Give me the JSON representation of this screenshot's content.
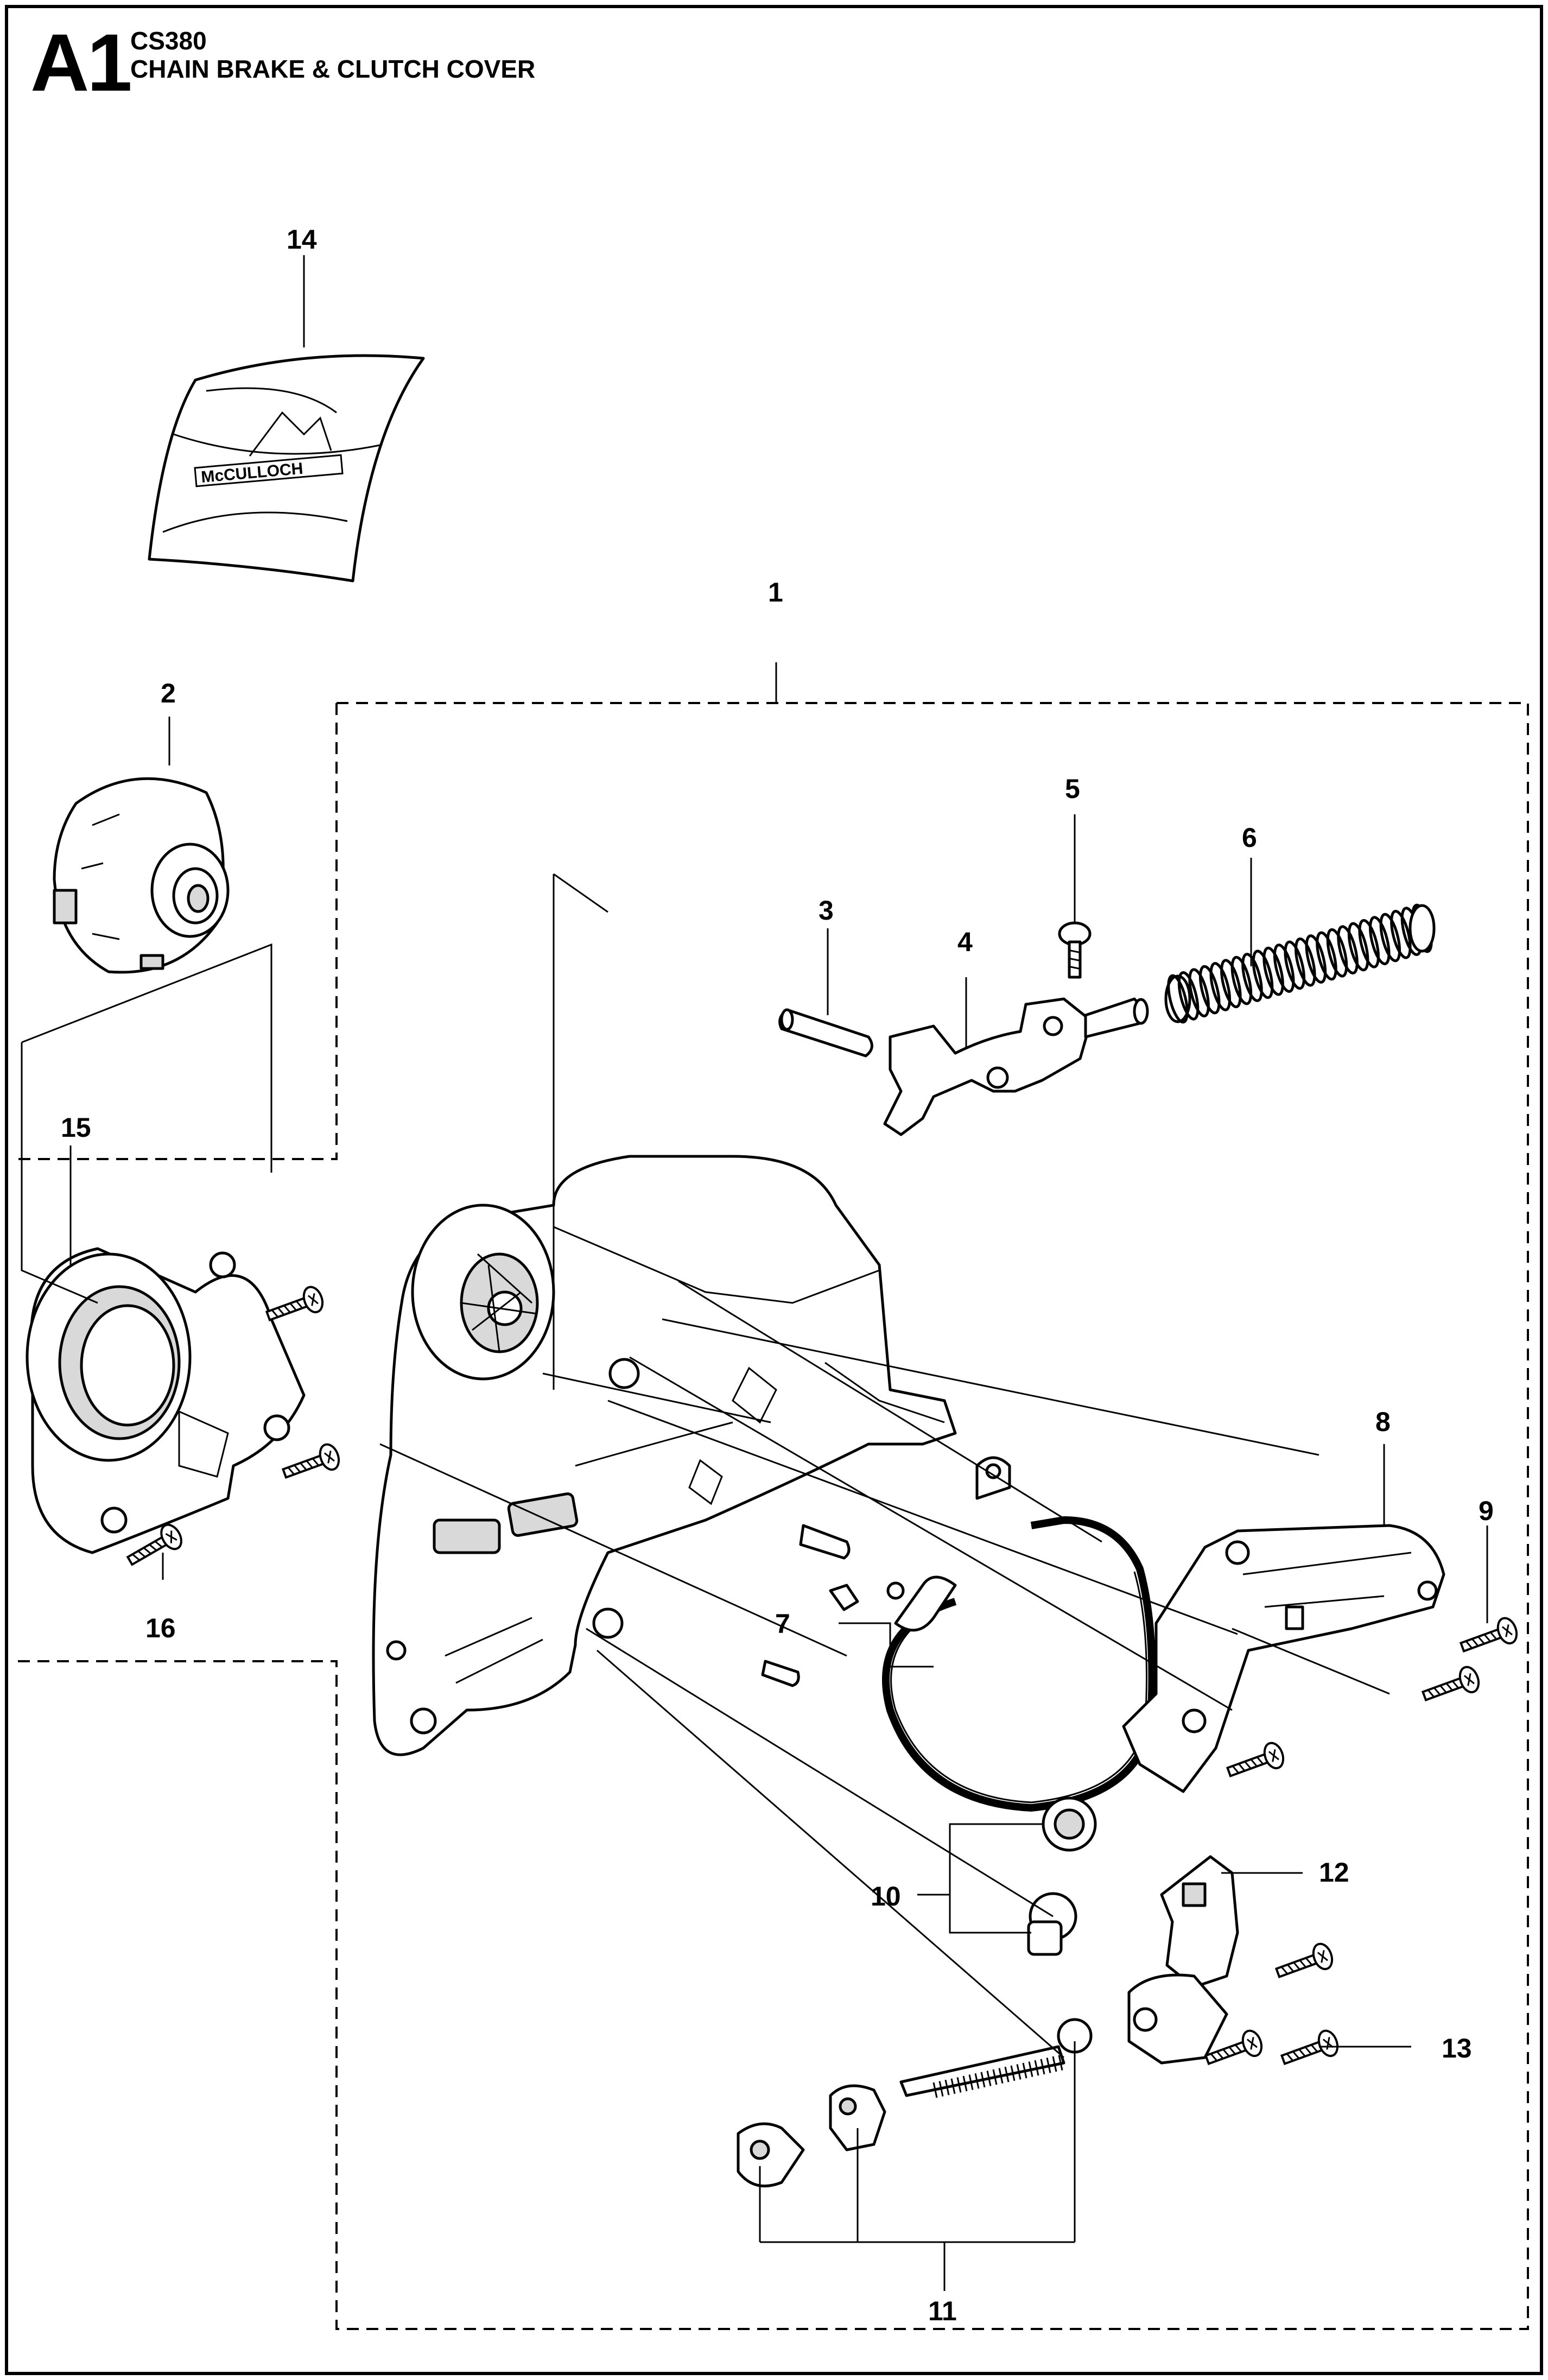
{
  "header": {
    "code": "A1",
    "model": "CS380",
    "title": "CHAIN BRAKE & CLUTCH COVER"
  },
  "logo": {
    "text": "McCULLOCH"
  },
  "callouts": {
    "c1": "1",
    "c2": "2",
    "c3": "3",
    "c4": "4",
    "c5": "5",
    "c6": "6",
    "c7": "7",
    "c8": "8",
    "c9": "9",
    "c10": "10",
    "c11": "11",
    "c12": "12",
    "c13": "13",
    "c14": "14",
    "c15": "15",
    "c16": "16"
  },
  "icons": {
    "decal": "decal-icon",
    "cover": "clutch-cover-icon",
    "drum": "clutch-drum-icon",
    "spring": "spring-icon",
    "band": "brake-band-icon",
    "gear": "gear-icon",
    "screw": "screw-icon"
  }
}
